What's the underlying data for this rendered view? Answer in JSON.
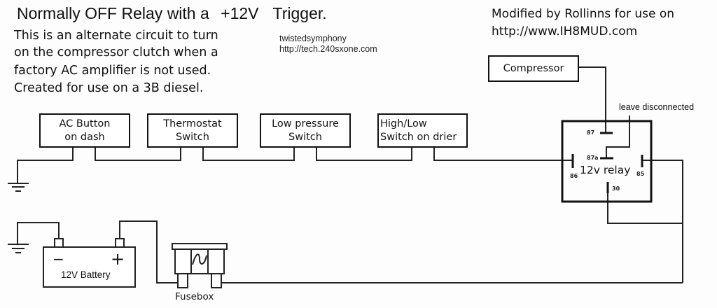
{
  "title": {
    "part1": "Normally OFF Relay with a",
    "part2": "+12V",
    "part3": "Trigger."
  },
  "description": [
    "This is an alternate circuit to turn",
    "on the compressor clutch when a",
    "factory AC amplifier is not used.",
    "Created for use on a 3B diesel."
  ],
  "credit": {
    "author": "twistedsymphony",
    "url": "http://tech.240sxone.com"
  },
  "modified": {
    "line1": "Modified by Rollinns for use on",
    "line2": "http://www.IH8MUD.com"
  },
  "components": {
    "ac_button": [
      "AC Button",
      "on dash"
    ],
    "thermostat": [
      "Thermostat",
      "Switch"
    ],
    "low_pressure": [
      "Low pressure",
      "Switch"
    ],
    "high_low": [
      "High/Low",
      "Switch on drier"
    ],
    "compressor": "Compressor",
    "relay_label": "12v relay",
    "leave_disconnected": "leave disconnected",
    "battery_label": "12V Battery",
    "battery_minus": "−",
    "battery_plus": "+",
    "fusebox": "Fusebox"
  },
  "relay_pins": {
    "p87": "87",
    "p87a": "87a",
    "p86": "86",
    "p85": "85",
    "p30": "30"
  }
}
